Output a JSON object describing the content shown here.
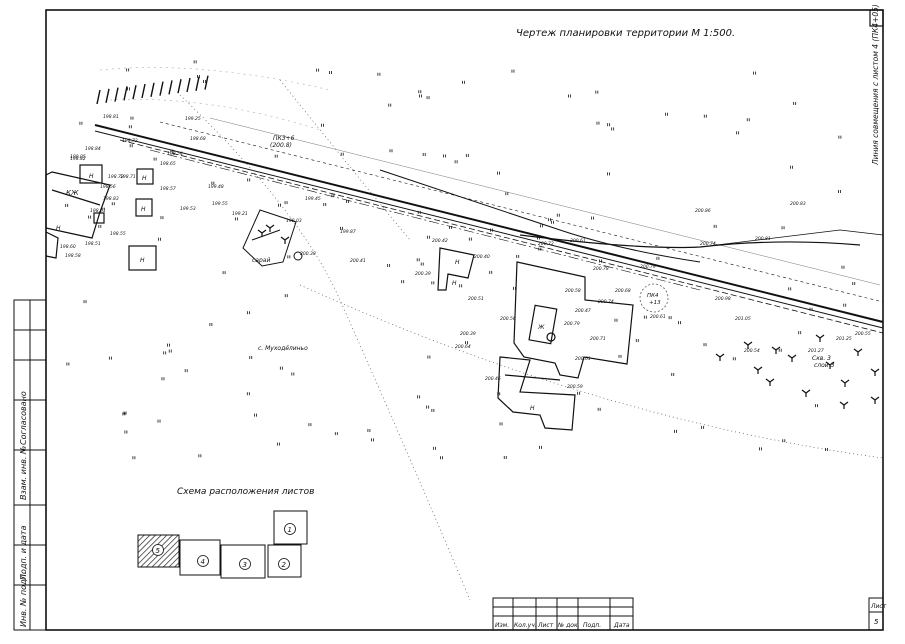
{
  "drawing": {
    "title": "Чертеж планировки территории М 1:500.",
    "match_line": "Линия совмещения с листом 4 (ПК4+05)",
    "place_label": "с. Муходёлиньо",
    "pk_label": "ПК4",
    "pk_sub": "+13",
    "marker_label": "ПКЗ+6",
    "marker_elev": "(200.8)",
    "drill_label": "Скв. 3",
    "drill_sub": "слой 3"
  },
  "building_labels": {
    "kzh": "КЖ",
    "n": "Н",
    "zh": "Ж",
    "shed": "сарай"
  },
  "schema": {
    "title": "Схема расположения листов",
    "sheets": [
      "1",
      "2",
      "3",
      "4",
      "5"
    ]
  },
  "side_stamp": [
    "Согласовано",
    "Взам. инв. №",
    "Подп. и дата",
    "Инв. № подл."
  ],
  "title_block": {
    "headers": [
      "Изм.",
      "Кол.уч.",
      "Лист",
      "№ док.",
      "Подп.",
      "Дата"
    ],
    "sheet_label": "Лист",
    "sheet_number": "5"
  },
  "elevations": {
    "left_cluster": [
      "198.81",
      "198.72",
      "198.84",
      "198.82",
      "198.72",
      "199.05",
      "198.83",
      "198.71",
      "198.61",
      "198.55",
      "198.51",
      "198.60",
      "198.58",
      "198.56",
      "198.57",
      "198.54",
      "198.68",
      "198.65",
      "199.25",
      "199.48",
      "199.53"
    ],
    "road": [
      "199.21",
      "199.03",
      "199.87",
      "199.45",
      "199.55",
      "200.38",
      "200.41",
      "200.39",
      "200.51",
      "200.56",
      "200.58",
      "200.47",
      "200.39"
    ],
    "center": [
      "200.42",
      "200.40",
      "200.72",
      "200.61",
      "200.64",
      "200.79",
      "200.61",
      "200.59",
      "200.78",
      "200.74",
      "200.68",
      "200.61",
      "200.71",
      "200.46"
    ],
    "right": [
      "200.86",
      "200.74",
      "200.81",
      "200.83",
      "200.79",
      "201.05",
      "200.98",
      "201.27",
      "201.25",
      "200.54",
      "200.55"
    ]
  },
  "colors": {
    "line": "#111111",
    "hatch": "#222222",
    "faint": "#9a9a9a"
  }
}
